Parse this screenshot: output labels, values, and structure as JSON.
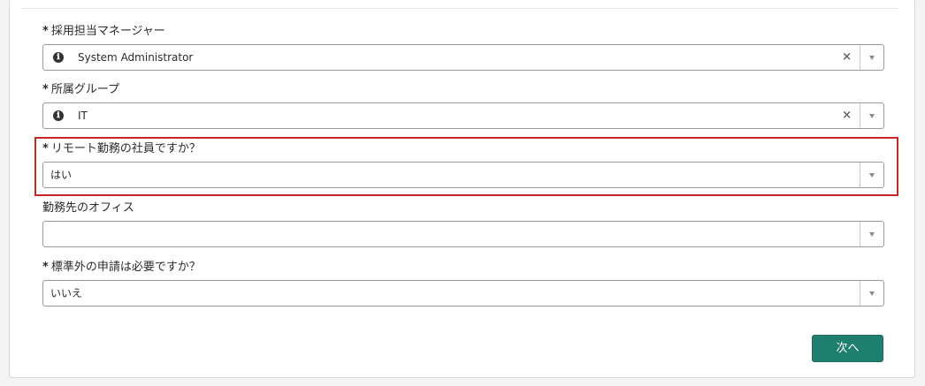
{
  "form": {
    "required_mark": "*",
    "fields": [
      {
        "label": "採用担当マネージャー",
        "required": true,
        "value": "System Administrator",
        "has_info_icon": true,
        "has_clear": true
      },
      {
        "label": "所属グループ",
        "required": true,
        "value": "IT",
        "has_info_icon": true,
        "has_clear": true
      },
      {
        "label": "リモート勤務の社員ですか？",
        "required": true,
        "value": "はい",
        "has_info_icon": false,
        "has_clear": false,
        "highlighted": true
      },
      {
        "label": "勤務先のオフィス",
        "required": false,
        "value": "",
        "has_info_icon": false,
        "has_clear": false
      },
      {
        "label": "標準外の申請は必要ですか？",
        "required": true,
        "value": "いいえ",
        "has_info_icon": false,
        "has_clear": false
      }
    ],
    "icons": {
      "info": "ℹ",
      "clear": "×"
    },
    "next_button_label": "次へ"
  },
  "colors": {
    "primary_button": "#1f7f6e",
    "highlight_border": "#c62828"
  }
}
